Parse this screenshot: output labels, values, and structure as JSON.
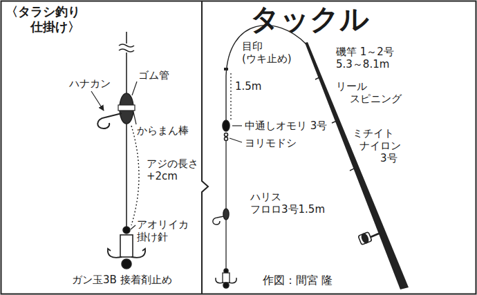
{
  "diagram": {
    "title": "タックル",
    "labels": [
      "〈タラシ釣り 仕掛け〉",
      "ハナカン",
      "ゴム管",
      "からまん棒",
      "アジの長さ +2cm",
      "アオリイカ 掛け針",
      "ガン玉3B 接着剤止め",
      "目印 (ウキ止め)",
      "1.5m",
      "磯竿 1～2号 5.3～8.1m",
      "リール スピニング",
      "ミチイト ナイロン 3号",
      "中通しオモリ 3号",
      "ヨリモドシ",
      "ハリス フロロ3号1.5m",
      "作図：間宮 隆"
    ]
  }
}
